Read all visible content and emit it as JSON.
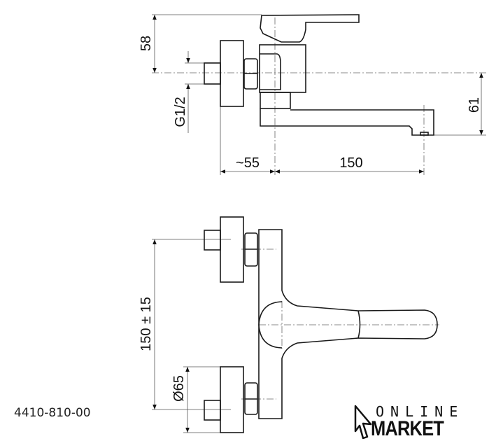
{
  "side_view": {
    "dim_height_handle": "58",
    "dim_thread": "G1/2",
    "dim_spout_drop": "61",
    "dim_wall_offset": "~55",
    "dim_spout_reach": "150"
  },
  "front_view": {
    "dim_inlet_spacing": "150 ± 15",
    "dim_flange_diameter": "Ø65"
  },
  "product_code": "4410-810-00",
  "logo": {
    "line1": "ONLINE",
    "line2": "MARKET"
  }
}
